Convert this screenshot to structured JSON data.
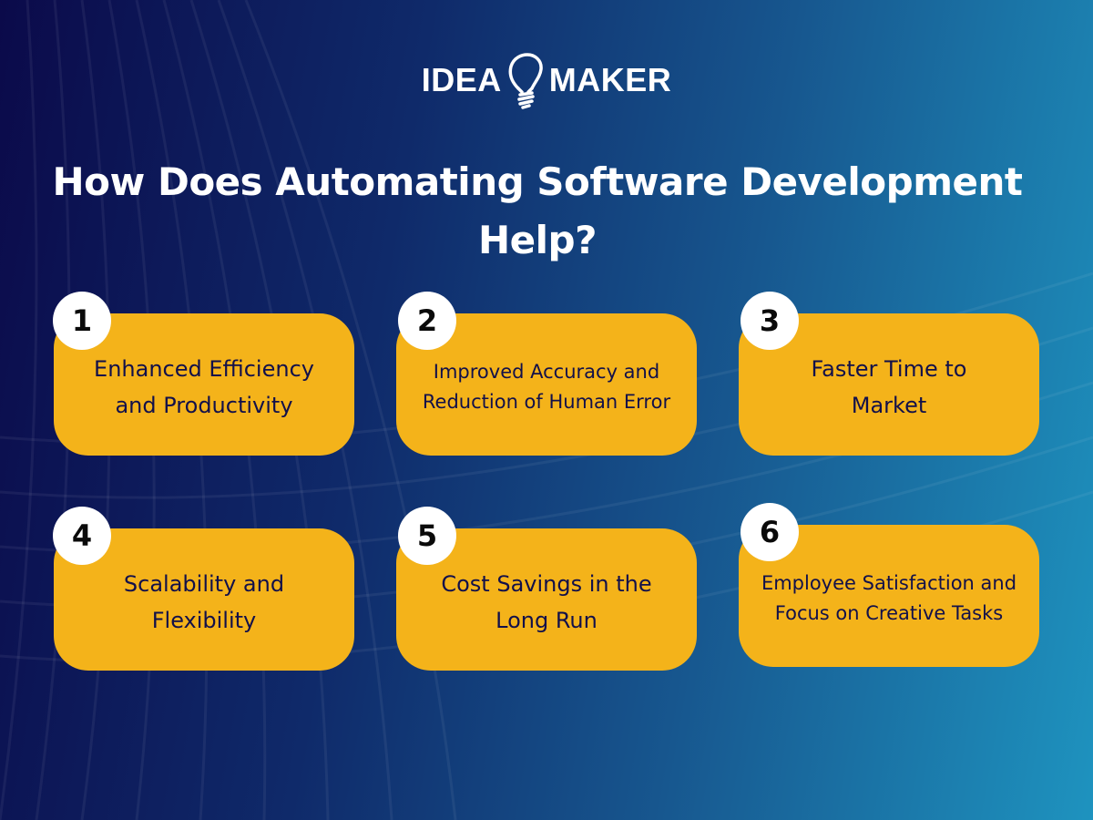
{
  "logo": {
    "left_text": "IDEA",
    "right_text": "MAKER",
    "icon": "lightbulb-icon"
  },
  "title": {
    "line1": "How Does Automating Software Development",
    "line2": "Help?"
  },
  "colors": {
    "card_background": "#f4b31a",
    "card_text": "#12104a",
    "badge_background": "#ffffff",
    "background_start": "#0b0a4a",
    "background_end": "#1e93bf"
  },
  "items": [
    {
      "number": "1",
      "label": "Enhanced Efficiency and Productivity"
    },
    {
      "number": "2",
      "label": "Improved Accuracy and Reduction of Human Error"
    },
    {
      "number": "3",
      "label": "Faster Time to Market"
    },
    {
      "number": "4",
      "label": "Scalability and Flexibility"
    },
    {
      "number": "5",
      "label": "Cost Savings in the Long Run"
    },
    {
      "number": "6",
      "label": "Employee Satisfaction and Focus on Creative Tasks"
    }
  ]
}
